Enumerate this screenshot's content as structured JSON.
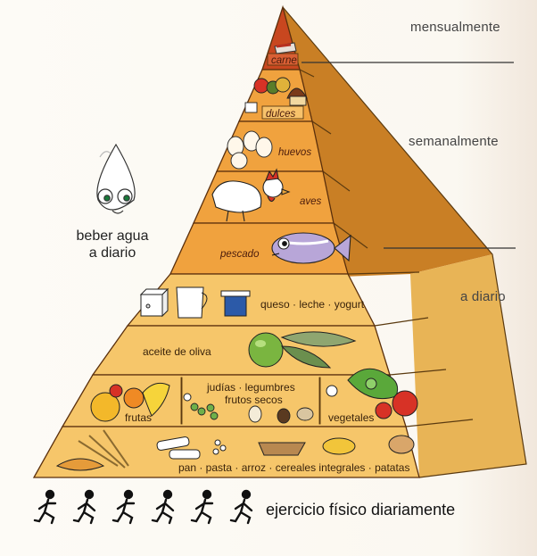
{
  "frequencies": {
    "monthly": "mensualmente",
    "weekly": "semanalmente",
    "daily": "a diario"
  },
  "tiers": {
    "carne": "carne",
    "dulces": "dulces",
    "huevos": "huevos",
    "aves": "aves",
    "pescado": "pescado",
    "dairy": "queso · leche · yogurt",
    "oil": "aceite de oliva",
    "frutas": "frutas",
    "legumes_1": "judías · legumbres",
    "legumes_2": "frutos secos",
    "vegetales": "vegetales",
    "grains": "pan · pasta · arroz · cereales integrales · patatas"
  },
  "water": {
    "line1": "beber agua",
    "line2": "a diario"
  },
  "exercise": {
    "label": "ejercicio físico diariamente",
    "figure_count": 6
  },
  "colors": {
    "weekly_tier": "#f0a23e",
    "daily_tier": "#f6c66a",
    "top_tier": "#c8471f",
    "side_dark": "#c97f25",
    "side_light": "#e8b456"
  }
}
